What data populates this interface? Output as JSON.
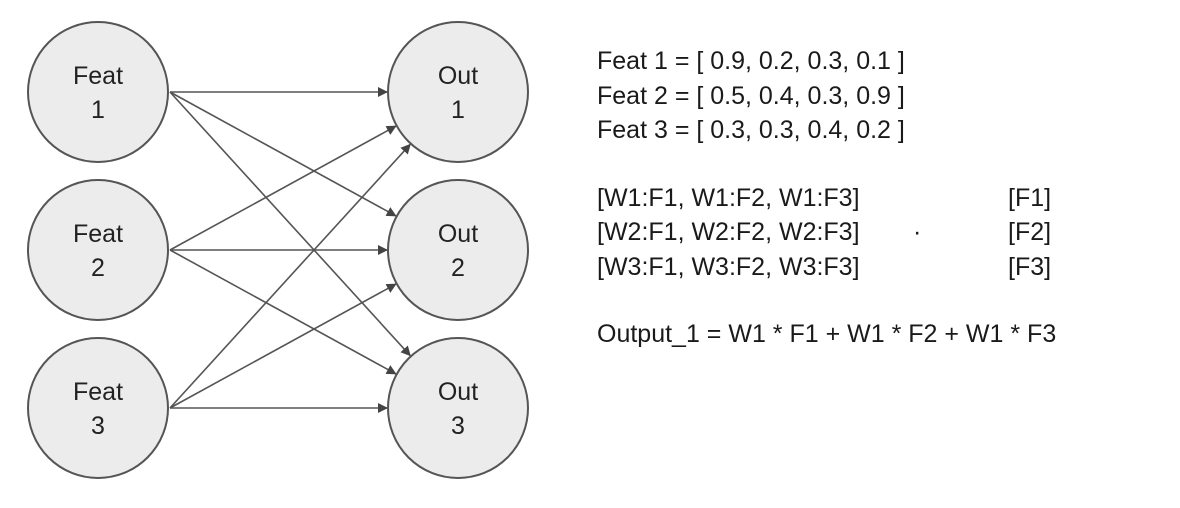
{
  "colors": {
    "node_fill": "#ececec",
    "node_stroke": "#555555",
    "edge_stroke": "#555555",
    "text": "#1a1a1a"
  },
  "diagram": {
    "input_nodes": [
      {
        "id": "feat1",
        "line1": "Feat",
        "line2": "1"
      },
      {
        "id": "feat2",
        "line1": "Feat",
        "line2": "2"
      },
      {
        "id": "feat3",
        "line1": "Feat",
        "line2": "3"
      }
    ],
    "output_nodes": [
      {
        "id": "out1",
        "line1": "Out",
        "line2": "1"
      },
      {
        "id": "out2",
        "line1": "Out",
        "line2": "2"
      },
      {
        "id": "out3",
        "line1": "Out",
        "line2": "3"
      }
    ],
    "edges": [
      {
        "from": "feat1",
        "to": "out1"
      },
      {
        "from": "feat1",
        "to": "out2"
      },
      {
        "from": "feat1",
        "to": "out3"
      },
      {
        "from": "feat2",
        "to": "out1"
      },
      {
        "from": "feat2",
        "to": "out2"
      },
      {
        "from": "feat2",
        "to": "out3"
      },
      {
        "from": "feat3",
        "to": "out1"
      },
      {
        "from": "feat3",
        "to": "out2"
      },
      {
        "from": "feat3",
        "to": "out3"
      }
    ]
  },
  "text": {
    "feat1": "Feat 1 = [ 0.9, 0.2, 0.3, 0.1 ]",
    "feat2": "Feat 2 = [ 0.5, 0.4, 0.3, 0.9 ]",
    "feat3": "Feat 3 = [ 0.3, 0.3, 0.4, 0.2 ]",
    "matrix_row1": "[W1:F1, W1:F2, W1:F3]",
    "matrix_row2": "[W2:F1, W2:F2, W2:F3]",
    "matrix_row3": "[W3:F1, W3:F2, W3:F3]",
    "dot": "·",
    "vector_row1": "[F1]",
    "vector_row2": "[F2]",
    "vector_row3": "[F3]",
    "output_eq": "Output_1 = W1 * F1 + W1 * F2 + W1 * F3"
  }
}
